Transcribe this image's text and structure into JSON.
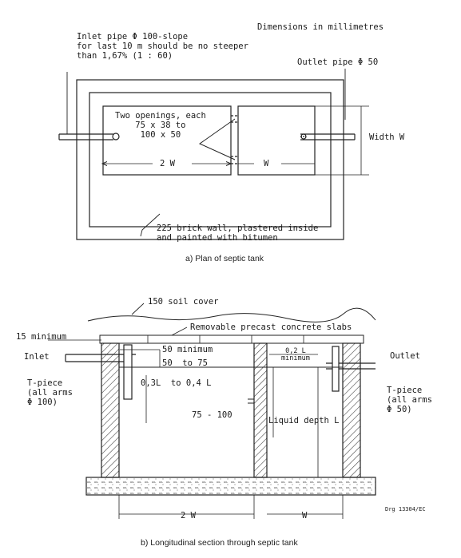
{
  "plan": {
    "dimensions_note": "Dimensions in millimetres",
    "inlet_note": "Inlet pipe Φ 100-slope\nfor last 10 m should be no steeper\nthan 1,67% (1 : 60)",
    "outlet_pipe": "Outlet pipe Φ 50",
    "openings": "Two openings, each\n75 x 38 to\n100 x 50",
    "dim_2w": "2 W",
    "dim_w": "W",
    "width_w": "Width W",
    "wall_note": "225 brick wall, plastered inside\nand painted with bitumen",
    "caption": "a) Plan of septic tank"
  },
  "section": {
    "soil_cover": "150 soil cover",
    "slabs": "Removable precast concrete slabs",
    "min15": "15 minimum",
    "inlet": "Inlet",
    "min50": "50 minimum",
    "range50_75": "50  to 75",
    "min02l": "0,2 L\nminimum",
    "outlet": "Outlet",
    "tpiece_left": "T-piece\n(all arms\nΦ 100)",
    "range03_04": "0,3L  to 0,4 L",
    "range75_100": "75 - 100",
    "liquid_depth": "Liquid depth L",
    "tpiece_right": "T-piece\n(all arms\nΦ 50)",
    "dim_2w": "2 W",
    "dim_w": "W",
    "drawing_no": "Drg 13304/EC",
    "caption": "b) Longitudinal section through septic tank"
  }
}
